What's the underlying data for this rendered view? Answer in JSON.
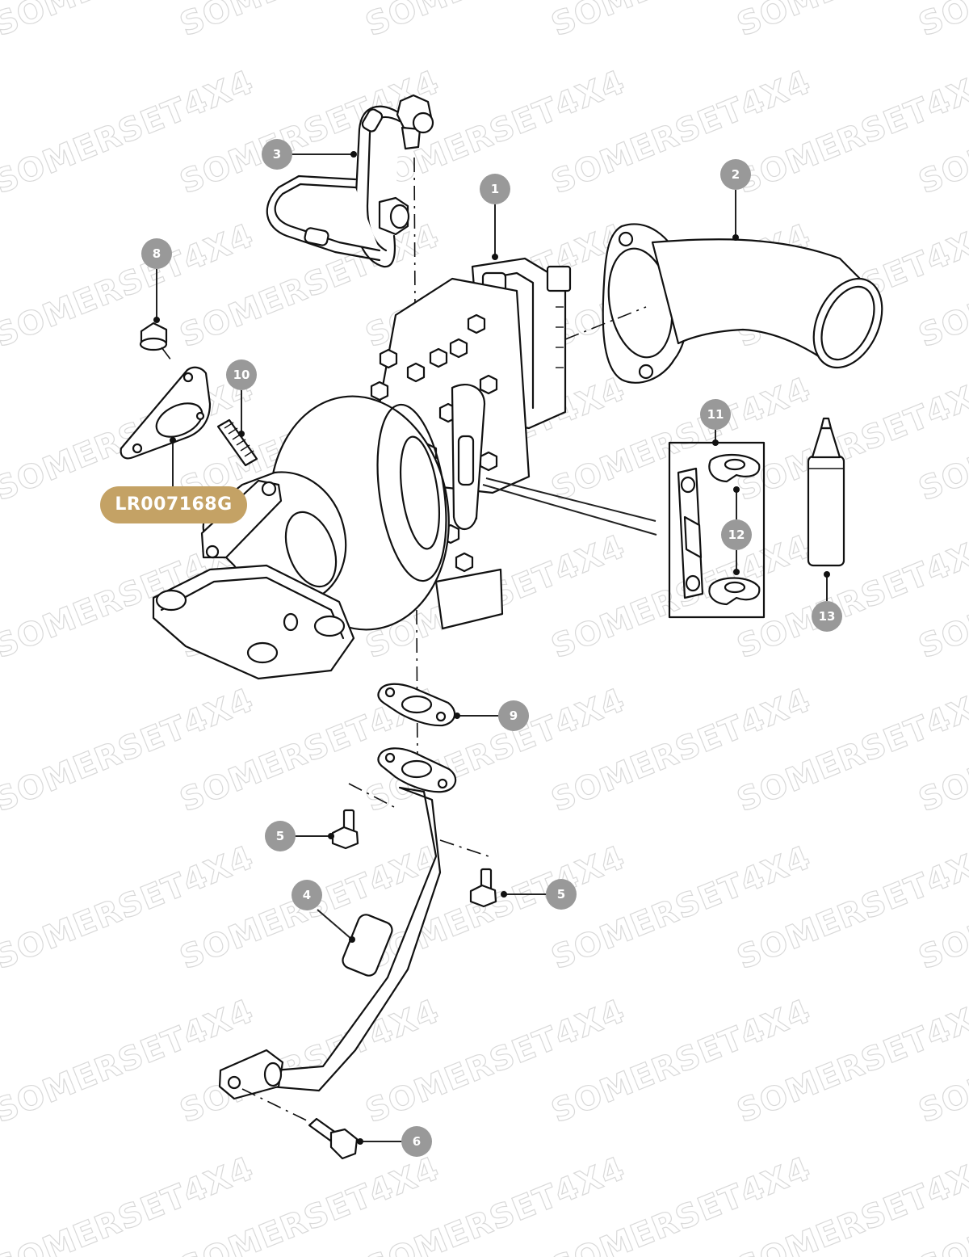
{
  "watermark": {
    "text": "SOMERSET4X4",
    "color": "#d9d9d9"
  },
  "part_label": {
    "text": "LR007168G",
    "color": "#c4a265"
  },
  "callout_color": "#999999",
  "callouts": {
    "c1": "1",
    "c2": "2",
    "c3": "3",
    "c4": "4",
    "c5a": "5",
    "c5b": "5",
    "c6": "6",
    "c8": "8",
    "c9": "9",
    "c10": "10",
    "c11": "11",
    "c12": "12",
    "c13": "13"
  }
}
